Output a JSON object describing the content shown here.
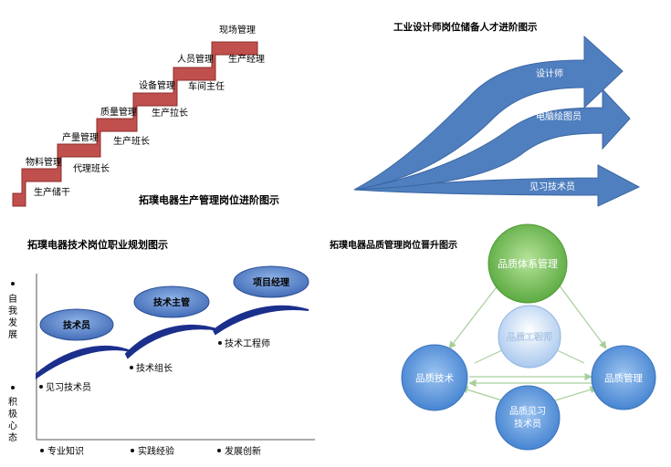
{
  "panel1": {
    "title": "拓璞电器生产管理岗位进阶图示",
    "steps": [
      {
        "upper": "物料管理",
        "lower": "生产储干"
      },
      {
        "upper": "产量管理",
        "lower": "代理班长"
      },
      {
        "upper": "质量管理",
        "lower": "生产班长"
      },
      {
        "upper": "设备管理",
        "lower": "生产拉长"
      },
      {
        "upper": "人员管理",
        "lower": "车间主任"
      },
      {
        "upper": "现场管理",
        "lower": "生产经理"
      }
    ]
  },
  "panel2": {
    "title": "工业设计师岗位储备人才进阶图示",
    "arrows": [
      "设计师",
      "电脑绘图员",
      "见习技术员"
    ],
    "color": "#4f7fbf"
  },
  "panel3": {
    "title": "拓璞电器技术岗位职业规划图示",
    "y_top": [
      "自",
      "我",
      "发",
      "展"
    ],
    "y_bottom": [
      "积",
      "极",
      "心",
      "态"
    ],
    "x_labels": [
      "专业知识",
      "实践经验",
      "发展创新"
    ],
    "ovals": [
      "技术员",
      "技术主管",
      "项目经理"
    ],
    "points": [
      "见习技术员",
      "技术组长",
      "技术工程师"
    ],
    "color": "#1b2f8c"
  },
  "panel4": {
    "title": "拓璞电器品质管理岗位晋升图示",
    "top": "品质体系管理",
    "center": "品质工程师",
    "left": "品质技术",
    "right": "品质管理",
    "bottom": [
      "品质见习",
      "技术员"
    ],
    "green": "#6cbf4a",
    "blue": "#4f8fd6"
  }
}
